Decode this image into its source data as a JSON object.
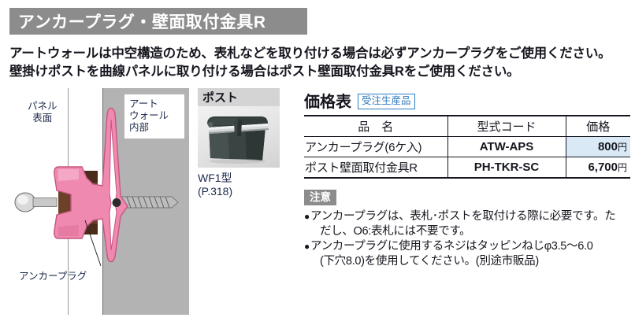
{
  "header": {
    "title": "アンカープラグ・壁面取付金具R"
  },
  "intro": {
    "line1": "アートウォールは中空構造のため、表札などを取り付ける場合は必ずアンカープラグをご使用ください。",
    "line2": "壁掛けポストを曲線パネルに取り付ける場合はポスト壁面取付金具Rをご使用ください。"
  },
  "diagram": {
    "label_panel_line1": "パネル",
    "label_panel_line2": "表面",
    "label_wall_line1": "アート",
    "label_wall_line2": "ウォール",
    "label_wall_line3": "内部",
    "label_anchor": "アンカープラグ"
  },
  "post": {
    "header": "ポスト",
    "caption_line1": "WF1型",
    "caption_line2": "(P.318)"
  },
  "price": {
    "title": "価格表",
    "badge": "受注生産品",
    "columns": [
      "品　名",
      "型式コード",
      "価格"
    ],
    "rows": [
      {
        "name": "アンカープラグ(6ケ入)",
        "code": "ATW-APS",
        "price": "800",
        "yen": "円",
        "highlight": true
      },
      {
        "name": "ポスト壁面取付金具R",
        "code": "PH-TKR-SC",
        "price": "6,700",
        "yen": "円",
        "highlight": false
      }
    ]
  },
  "caution": {
    "badge": "注意",
    "bullet": "●",
    "items": [
      {
        "line1": "アンカープラグは、表札･ポストを取付ける際に必要です。た",
        "line2": "だし、O6:表札には不要です。"
      },
      {
        "line1": "アンカープラグに使用するネジはタッピンねじφ3.5〜6.0",
        "line2": "(下穴8.0)を使用してください。(別途市販品)"
      }
    ]
  },
  "colors": {
    "banner_gray": "#8c8c8c",
    "wall_gray": "#b3b3b3",
    "anchor_pink": "#f089b0",
    "highlight_blue": "#d9eaf6",
    "badge_blue": "#2b7fc4",
    "label_navy": "#1c2a4a"
  }
}
